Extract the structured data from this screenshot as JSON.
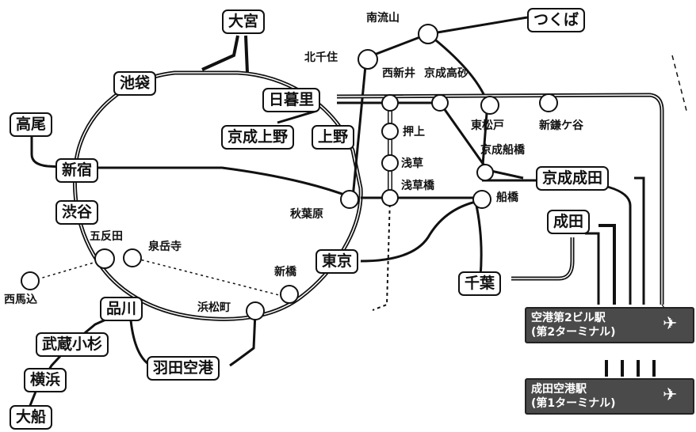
{
  "boxes": {
    "omiya": "大宮",
    "tsukuba": "つくば",
    "ikebukuro": "池袋",
    "nippori": "日暮里",
    "takao": "高尾",
    "keisei_ueno": "京成上野",
    "ueno": "上野",
    "shinjuku": "新宿",
    "shibuya": "渋谷",
    "keisei_narita": "京成成田",
    "narita": "成田",
    "tokyo": "東京",
    "chiba": "千葉",
    "shinagawa": "品川",
    "musashikosugi": "武蔵小杉",
    "yokohama": "横浜",
    "ofuna": "大船",
    "haneda": "羽田空港"
  },
  "labels": {
    "minami_nagareyama": "南流山",
    "kitasenju": "北千住",
    "nishiarai": "西新井",
    "keisei_takasago": "京成高砂",
    "oshiage": "押上",
    "asakusa": "浅草",
    "asakusabashi": "浅草橋",
    "higashimatsudo": "東松戸",
    "shinkamagaya": "新鎌ケ谷",
    "keisei_funabashi": "京成船橋",
    "funabashi": "船橋",
    "akihabara": "秋葉原",
    "gotanda": "五反田",
    "sengakuji": "泉岳寺",
    "nishimagome": "西馬込",
    "shinbashi": "新橋",
    "hamamatsucho": "浜松町"
  },
  "airport": {
    "t2_line1": "空港第2ビル駅",
    "t2_line2": "(第2ターミナル)",
    "t1_line1": "成田空港駅",
    "t1_line2": "(第1ターミナル)"
  },
  "icons": {
    "plane": "✈"
  },
  "colors": {
    "ink": "#111111",
    "airport_bg": "#4a4a4a",
    "background": "#ffffff"
  }
}
